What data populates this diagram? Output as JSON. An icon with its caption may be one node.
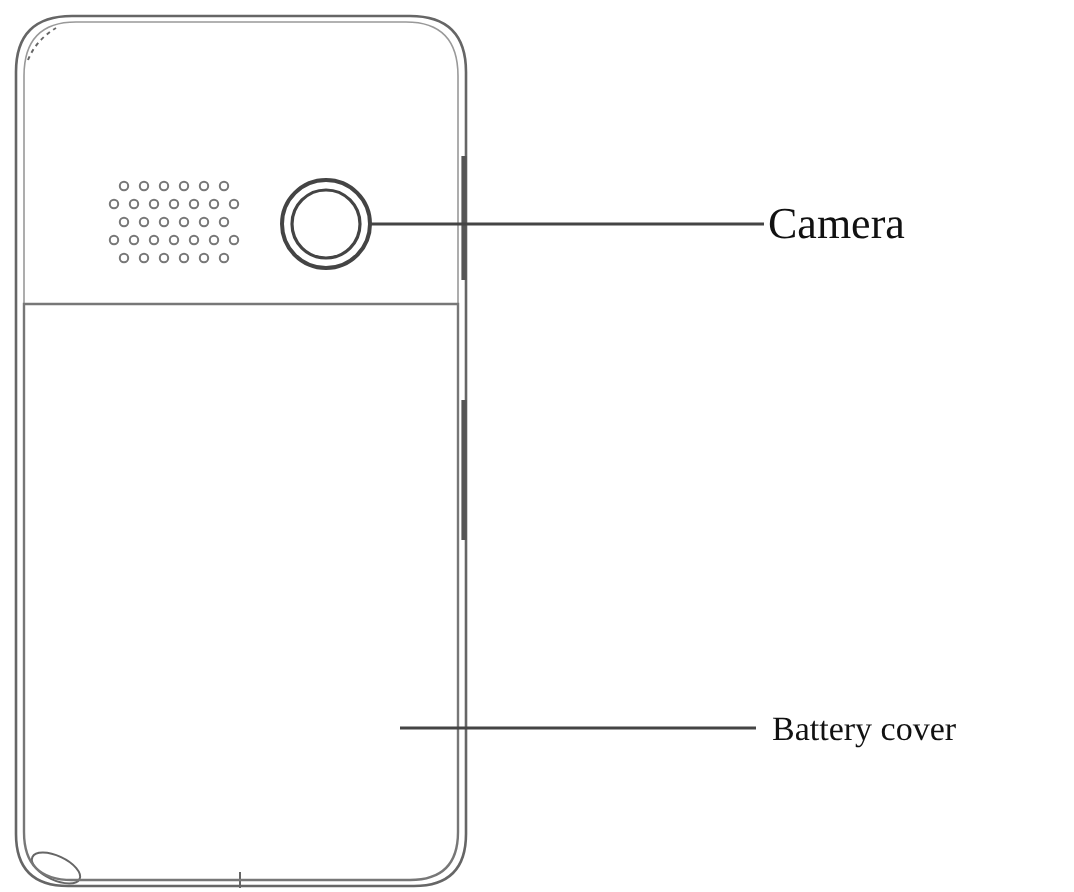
{
  "diagram": {
    "nodes": [
      {
        "text": [
          "Camera"
        ]
      },
      {
        "text": [],
        "shape": "circle"
      },
      {
        "text": [
          "Battery cover"
        ]
      },
      {
        "text": [],
        "shape": "box"
      }
    ],
    "edges": [
      {
        "from": 0,
        "to": 1,
        "arrow": "none"
      },
      {
        "from": 2,
        "to": 3,
        "arrow": "none"
      }
    ]
  }
}
